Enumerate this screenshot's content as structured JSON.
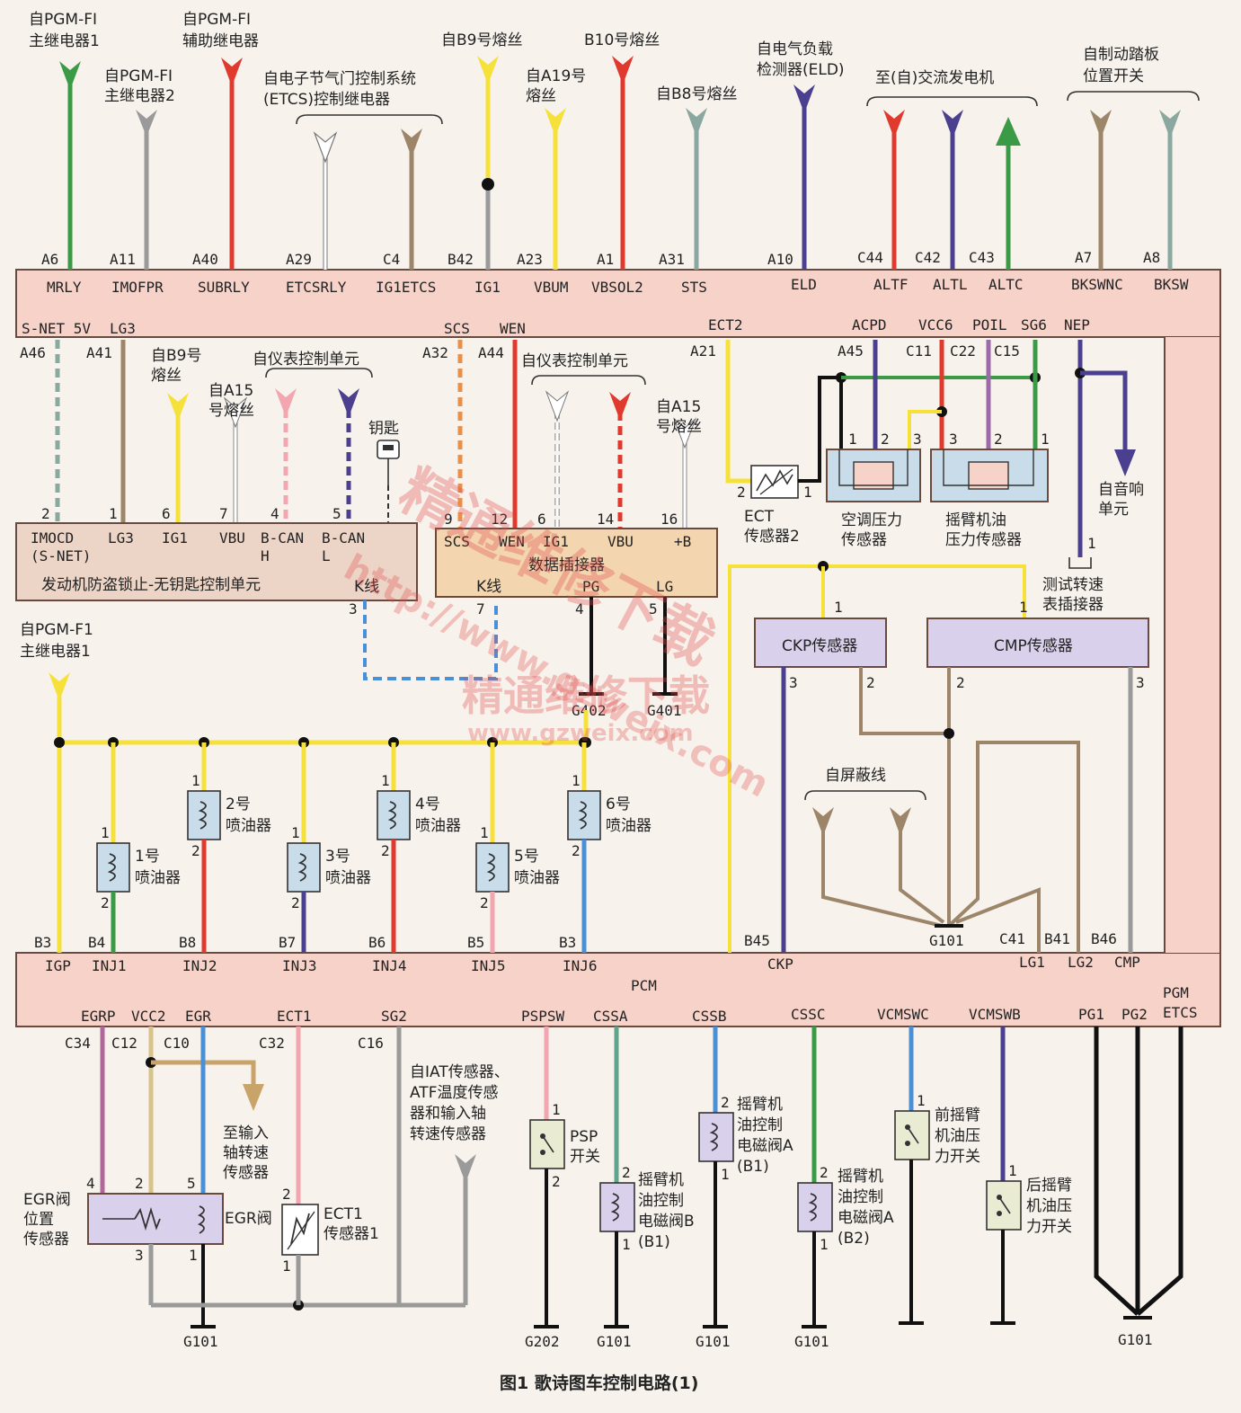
{
  "title": "图1 歌诗图车控制电路(1)",
  "pcm_label": "PCM",
  "top_sources": [
    {
      "label1": "自PGM-FI",
      "label2": "主继电器1",
      "pin": "A6",
      "signal": "MRLY",
      "color": "#3a9a46"
    },
    {
      "label1": "自PGM-FI",
      "label2": "主继电器2",
      "pin": "A11",
      "signal": "IMOFPR",
      "color": "#9a9a9a"
    },
    {
      "label1": "自PGM-FI",
      "label2": "辅助继电器",
      "pin": "A40",
      "signal": "SUBRLY",
      "color": "#e03a2e"
    },
    {
      "label1": "",
      "label2": "",
      "pin": "A29",
      "signal": "ETCSRLY",
      "color": "#ffffff"
    },
    {
      "label1": "",
      "label2": "",
      "pin": "C4",
      "signal": "IG1ETCS",
      "color": "#9c8568"
    },
    {
      "label1": "自B9号熔丝",
      "label2": "",
      "pin": "B42",
      "signal": "IG1",
      "color": "#f5e13a"
    },
    {
      "label1": "自A19号",
      "label2": "熔丝",
      "pin": "A23",
      "signal": "VBUM",
      "color": "#f5e13a"
    },
    {
      "label1": "B10号熔丝",
      "label2": "",
      "pin": "A1",
      "signal": "VBSOL2",
      "color": "#e03a2e"
    },
    {
      "label1": "自B8号熔丝",
      "label2": "",
      "pin": "A31",
      "signal": "STS",
      "color": "#8aa7a0"
    },
    {
      "label1": "自电气负载",
      "label2": "检测器(ELD)",
      "pin": "A10",
      "signal": "ELD",
      "color": "#4b3f8f"
    },
    {
      "label1": "",
      "label2": "",
      "pin": "C44",
      "signal": "ALTF",
      "color": "#e03a2e"
    },
    {
      "label1": "",
      "label2": "",
      "pin": "C42",
      "signal": "ALTL",
      "color": "#4b3f8f"
    },
    {
      "label1": "",
      "label2": "",
      "pin": "C43",
      "signal": "ALTC",
      "color": "#3a9a46"
    },
    {
      "label1": "",
      "label2": "",
      "pin": "A7",
      "signal": "BKSWNC",
      "color": "#9c8568"
    },
    {
      "label1": "",
      "label2": "",
      "pin": "A8",
      "signal": "BKSW",
      "color": "#8aa7a0"
    }
  ],
  "top_groups": {
    "etcs_1": "自电子节气门控制系统",
    "etcs_2": "(ETCS)控制继电器",
    "alternator": "至(自)交流发电机",
    "brake_1": "自制动踏板",
    "brake_2": "位置开关"
  },
  "pcm_inner_top": [
    {
      "text": "S-NET 5V",
      "id": "snet5v"
    },
    {
      "text": "LG3",
      "id": "lg3"
    },
    {
      "text": "SCS",
      "id": "scs"
    },
    {
      "text": "WEN",
      "id": "wen"
    },
    {
      "text": "ECT2",
      "id": "ect2"
    },
    {
      "text": "ACPD",
      "id": "acpd"
    },
    {
      "text": "VCC6",
      "id": "vcc6"
    },
    {
      "text": "POIL",
      "id": "poil"
    },
    {
      "text": "SG6",
      "id": "sg6"
    },
    {
      "text": "NEP",
      "id": "nep"
    }
  ],
  "pcm_inner_pins": [
    "A46",
    "A41",
    "A32",
    "A44",
    "A21",
    "A45",
    "C11",
    "C22",
    "C15"
  ],
  "immobilizer": {
    "title": "发动机防盗锁止-无钥匙控制单元",
    "pins": [
      "2",
      "1",
      "6",
      "7",
      "4",
      "5",
      "3"
    ],
    "signals": [
      "IMOCD",
      "(S-NET)",
      "LG3",
      "IG1",
      "VBU",
      "B-CAN",
      "H",
      "B-CAN",
      "L",
      "K线"
    ],
    "b9": "自B9号",
    "b9b": "熔丝",
    "a15": "自A15",
    "a15b": "号熔丝",
    "instr": "自仪表控制单元",
    "key": "钥匙"
  },
  "dlc": {
    "title": "数据插接器",
    "pins": [
      "9",
      "12",
      "6",
      "14",
      "16",
      "7",
      "4",
      "5"
    ],
    "signals": [
      "SCS",
      "WEN",
      "IG1",
      "VBU",
      "+B",
      "K线",
      "PG",
      "LG"
    ],
    "instr": "自仪表控制单元",
    "a15": "自A15",
    "a15b": "号熔丝"
  },
  "ect2": {
    "line1": "ECT",
    "line2": "传感器2",
    "pin1": "2",
    "pin2": "1"
  },
  "ac_sensor": {
    "line1": "空调压力",
    "line2": "传感器",
    "pins": [
      "1",
      "2",
      "3"
    ]
  },
  "oil_sensor": {
    "line1": "摇臂机油",
    "line2": "压力传感器",
    "pins": [
      "3",
      "2",
      "1"
    ]
  },
  "audio": {
    "line1": "自音响",
    "line2": "单元"
  },
  "tach": {
    "line1": "测试转速",
    "line2": "表插接器",
    "pin": "1"
  },
  "ckp": {
    "label": "CKP传感器",
    "pins": [
      "1",
      "3",
      "2"
    ]
  },
  "cmp": {
    "label": "CMP传感器",
    "pins": [
      "1",
      "2",
      "3"
    ]
  },
  "shield": "自屏蔽线",
  "pgm_mid": {
    "line1": "自PGM-F1",
    "line2": "主继电器1"
  },
  "grounds": {
    "g402": "G402",
    "g401": "G401",
    "g101": "G101",
    "g202": "G202"
  },
  "injectors": [
    {
      "name": "1号",
      "name2": "喷油器",
      "pin": "B4",
      "signal": "INJ1",
      "color": "#3a9a46"
    },
    {
      "name": "2号",
      "name2": "喷油器",
      "pin": "B8",
      "signal": "INJ2",
      "color": "#e03a2e"
    },
    {
      "name": "3号",
      "name2": "喷油器",
      "pin": "B7",
      "signal": "INJ3",
      "color": "#4b3f8f"
    },
    {
      "name": "4号",
      "name2": "喷油器",
      "pin": "B6",
      "signal": "INJ4",
      "color": "#e03a2e"
    },
    {
      "name": "5号",
      "name2": "喷油器",
      "pin": "B5",
      "signal": "INJ5",
      "color": "#f3a6b0"
    },
    {
      "name": "6号",
      "name2": "喷油器",
      "pin": "B3",
      "signal": "INJ6",
      "color": "#4a90d9"
    }
  ],
  "pcm_mid_row": [
    {
      "pin": "B3",
      "signal": "IGP"
    },
    {
      "pin": "B45",
      "signal": "CKP"
    },
    {
      "pin": "C41",
      "signal": "LG1"
    },
    {
      "pin": "B41",
      "signal": "LG2"
    },
    {
      "pin": "B46",
      "signal": "CMP"
    }
  ],
  "pcm_bottom_row": [
    {
      "signal": "EGRP",
      "pin": "C34"
    },
    {
      "signal": "VCC2",
      "pin": "C12"
    },
    {
      "signal": "EGR",
      "pin": "C10"
    },
    {
      "signal": "ECT1",
      "pin": "C32"
    },
    {
      "signal": "SG2",
      "pin": "C16"
    },
    {
      "signal": "PSPSW",
      "pin": ""
    },
    {
      "signal": "CSSA",
      "pin": ""
    },
    {
      "signal": "CSSB",
      "pin": ""
    },
    {
      "signal": "CSSC",
      "pin": ""
    },
    {
      "signal": "VCMSWC",
      "pin": ""
    },
    {
      "signal": "VCMSWB",
      "pin": ""
    },
    {
      "signal": "PG1",
      "pin": ""
    },
    {
      "signal": "PG2",
      "pin": ""
    },
    {
      "signal": "PGM",
      "pin": ""
    },
    {
      "signal": "ETCS",
      "pin": ""
    }
  ],
  "bottom": {
    "to_input1": "至输入",
    "to_input2": "轴转速",
    "to_input3": "传感器",
    "egr_pos1": "EGR阀",
    "egr_pos2": "位置",
    "egr_pos3": "传感器",
    "egr_valve": "EGR阀",
    "ect1_1": "ECT1",
    "ect1_2": "传感器1",
    "iat1": "自IAT传感器、",
    "iat2": "ATF温度传感",
    "iat3": "器和输入轴",
    "iat4": "转速传感器",
    "psp1": "PSP",
    "psp2": "开关",
    "solb1": "摇臂机",
    "solb2": "油控制",
    "solb3": "电磁阀B",
    "solb4": "(B1)",
    "sola1": "摇臂机",
    "sola2": "油控制",
    "sola3": "电磁阀A",
    "sola4": "(B1)",
    "solab1": "摇臂机",
    "solab2": "油控制",
    "solab3": "电磁阀A",
    "solab4": "(B2)",
    "front1": "前摇臂",
    "front2": "机油压",
    "front3": "力开关",
    "rear1": "后摇臂",
    "rear2": "机油压",
    "rear3": "力开关"
  },
  "pin_numbers": {
    "p1": "1",
    "p2": "2",
    "p3": "3",
    "p4": "4",
    "p5": "5"
  },
  "watermark": {
    "w1": "精通维修下载",
    "w2": "http://www.gzweix.com",
    "w3": "精通维修下载",
    "w4": "www.gzweix.com"
  },
  "colors": {
    "pcm_fill": "#f6d2c8",
    "pcm_stroke": "#6a4a3e",
    "yellow": "#f5e13a",
    "green": "#3a9a46",
    "red": "#e03a2e",
    "purple": "#4b3f8f",
    "blue": "#4a90d9",
    "tan": "#9c8568",
    "gray": "#9a9a9a",
    "black": "#1a1a1a",
    "box_blue": "#c8dcea",
    "box_lav": "#d9d0ec",
    "box_tan": "#f3d6b0"
  }
}
